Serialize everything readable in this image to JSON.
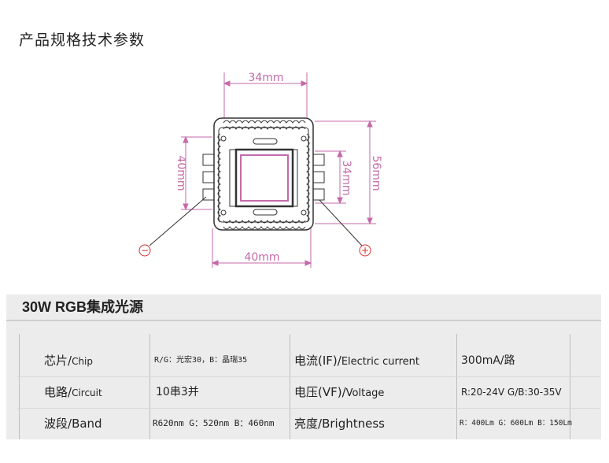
{
  "page": {
    "heading": "产品规格技术参数"
  },
  "drawing": {
    "dim_top_width": "34mm",
    "dim_bottom_width": "40mm",
    "dim_left_height": "40mm",
    "dim_right_inner_height": "34mm",
    "dim_right_outer_height": "56mm",
    "minus_symbol": "−",
    "plus_symbol": "+",
    "line_color": "#c46aa8"
  },
  "spec": {
    "title": "30W RGB集成光源",
    "rows": [
      {
        "label_cn": "芯片/",
        "label_en": "Chip",
        "value": "R/G：光宏30，B：晶瑞35",
        "label2_cn": "电流(IF)/",
        "label2_en": "Electric current",
        "value2": "300mA/路"
      },
      {
        "label_cn": "电路/",
        "label_en": "Circuit",
        "value": "10串3并",
        "label2_cn": "电压(VF)/",
        "label2_en": "Voltage",
        "value2": "R:20-24V  G/B:30-35V"
      },
      {
        "label_cn": "波段/",
        "label_en": "Band",
        "value": "R620nm G：520nm B：460nm",
        "label2_cn": "亮度/",
        "label2_en": "Brightness",
        "value2": "R：400Lm G：600Lm B：150Lm"
      }
    ]
  }
}
